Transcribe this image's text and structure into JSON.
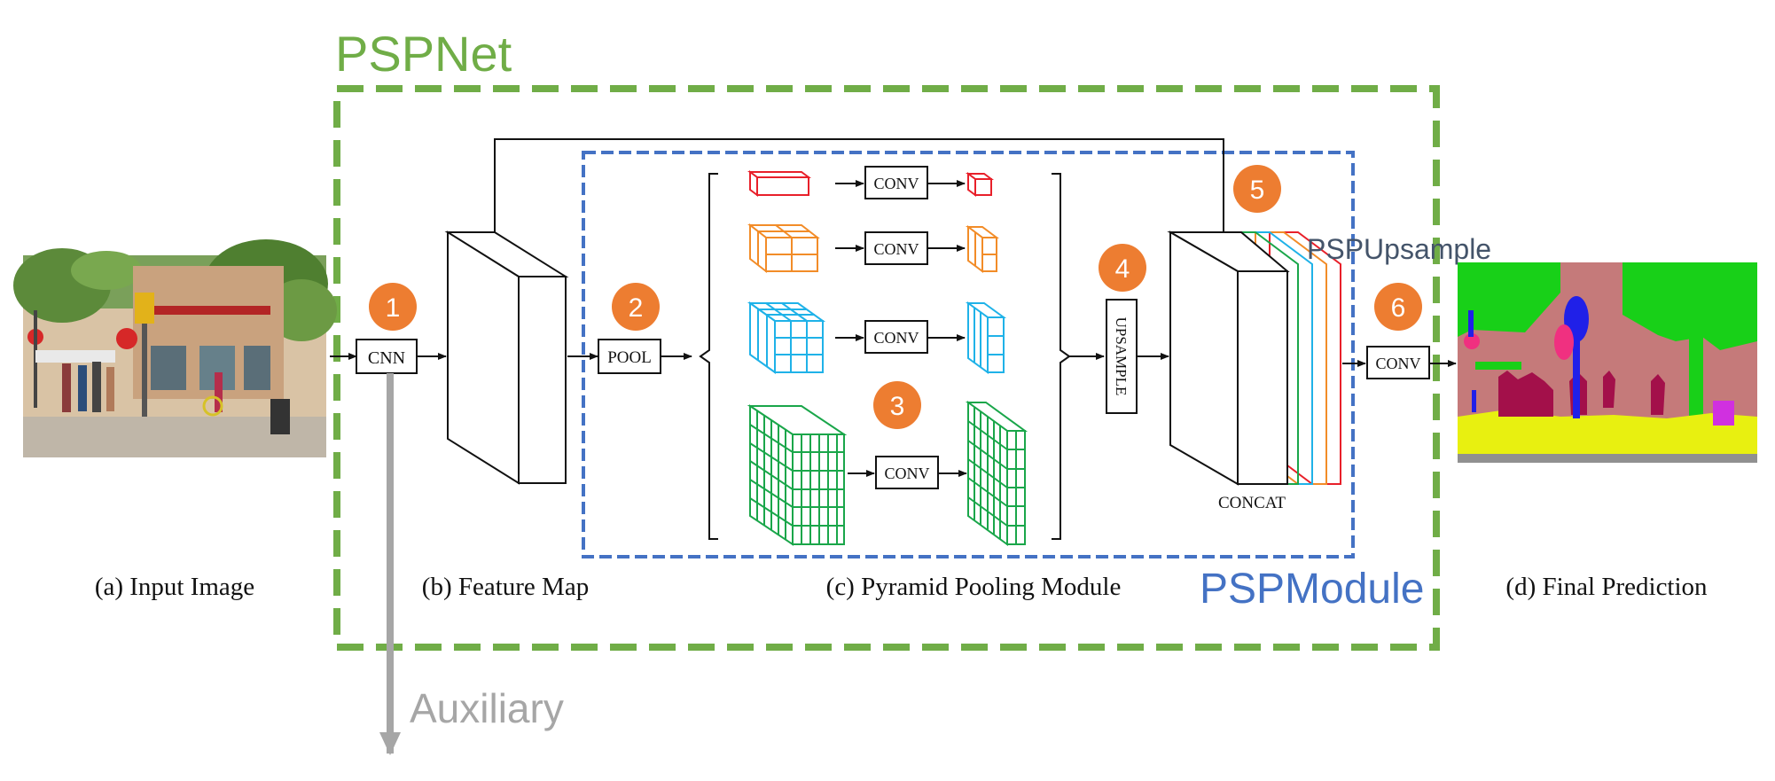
{
  "titles": {
    "pspnet": "PSPNet",
    "pspmodule": "PSPModule",
    "pspupsample": "PSPUpsample",
    "auxiliary": "Auxiliary"
  },
  "captions": {
    "a": "(a) Input Image",
    "b": "(b) Feature Map",
    "c": "(c) Pyramid Pooling Module",
    "d": "(d) Final Prediction"
  },
  "boxes": {
    "cnn": "CNN",
    "pool": "POOL",
    "conv": "CONV",
    "upsample": "UPSAMPLE",
    "concat": "CONCAT"
  },
  "steps": [
    "1",
    "2",
    "3",
    "4",
    "5",
    "6"
  ],
  "colors": {
    "pspnet_green": "#70ad47",
    "pspmodule_blue": "#4472c4",
    "step_orange": "#ed7d31",
    "auxiliary_gray": "#a6a6a6",
    "pspupsample_slate": "#44546a",
    "pyramid_red": "#e8202a",
    "pyramid_orange": "#f28c28",
    "pyramid_cyan": "#1fb2e8",
    "pyramid_green": "#1aa64a"
  }
}
